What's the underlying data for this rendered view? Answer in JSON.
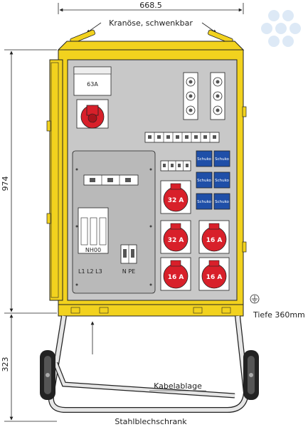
{
  "dimensions": {
    "width": "668.5",
    "height_cabinet": "974",
    "height_base": "323",
    "depth": "Tiefe 360mm"
  },
  "labels": {
    "lifting_eye": "Kranöse, schwenkbar",
    "cable_tray": "Kabelablage",
    "cabinet_type": "Stahlblechschrank",
    "main_switch": "63A",
    "fuse_holder": "NH00",
    "phases": "L1 L2 L3",
    "neutral_pe": "N PE"
  },
  "sockets": {
    "cee_32a_label": "32 A",
    "cee_16a_label": "16 A",
    "schuko_label": "Schuko"
  },
  "colors": {
    "cabinet_yellow": "#f2d21e",
    "socket_red": "#d8202a",
    "schuko_blue": "#1f4fa8",
    "panel_grey": "#c8c8c8",
    "inner_panel_grey": "#b9b9b9"
  }
}
